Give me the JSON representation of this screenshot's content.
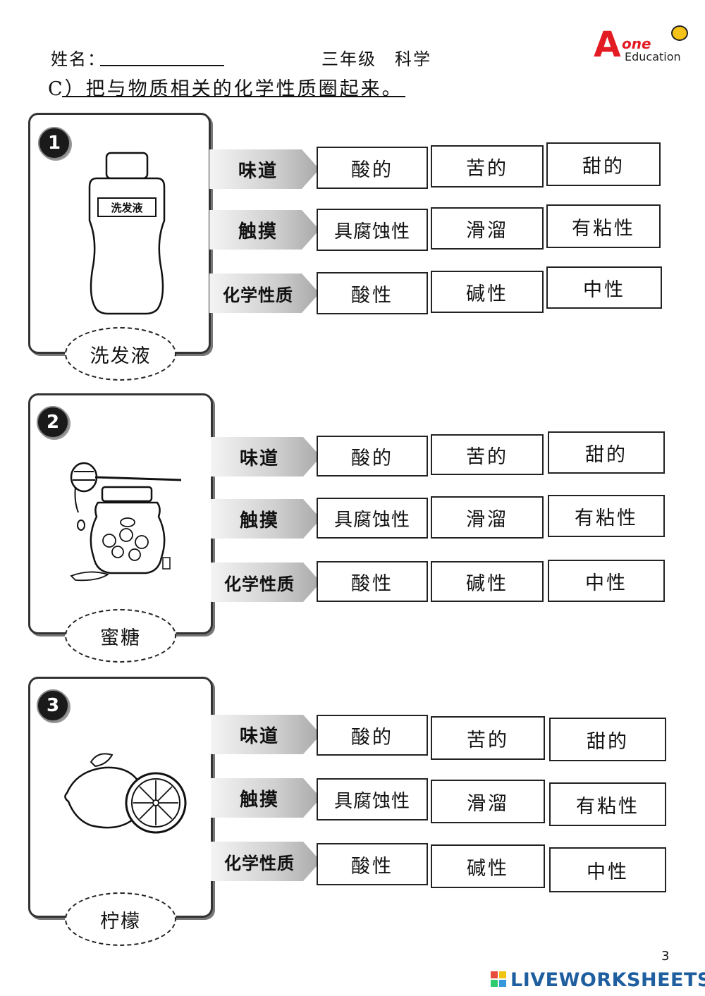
{
  "header": {
    "name_label": "姓名：",
    "grade_subject": "三年级　科学",
    "logo_letter": "A",
    "logo_one": "one",
    "logo_sub": "Education"
  },
  "instruction": "C）把与物质相关的化学性质圈起来。",
  "items": [
    {
      "number": "1",
      "name": "洗发液",
      "bottle_label": "洗发液",
      "rows": [
        {
          "label": "味道",
          "options": [
            "酸的",
            "苦的",
            "甜的"
          ]
        },
        {
          "label": "触摸",
          "options": [
            "具腐蚀性",
            "滑溜",
            "有粘性"
          ]
        },
        {
          "label": "化学性质",
          "options": [
            "酸性",
            "碱性",
            "中性"
          ]
        }
      ]
    },
    {
      "number": "2",
      "name": "蜜糖",
      "rows": [
        {
          "label": "味道",
          "options": [
            "酸的",
            "苦的",
            "甜的"
          ]
        },
        {
          "label": "触摸",
          "options": [
            "具腐蚀性",
            "滑溜",
            "有粘性"
          ]
        },
        {
          "label": "化学性质",
          "options": [
            "酸性",
            "碱性",
            "中性"
          ]
        }
      ]
    },
    {
      "number": "3",
      "name": "柠檬",
      "rows": [
        {
          "label": "味道",
          "options": [
            "酸的",
            "苦的",
            "甜的"
          ]
        },
        {
          "label": "触摸",
          "options": [
            "具腐蚀性",
            "滑溜",
            "有粘性"
          ]
        },
        {
          "label": "化学性质",
          "options": [
            "酸性",
            "碱性",
            "中性"
          ]
        }
      ]
    }
  ],
  "footer": {
    "page_number": "3",
    "brand": "LIVEWORKSHEETS"
  }
}
